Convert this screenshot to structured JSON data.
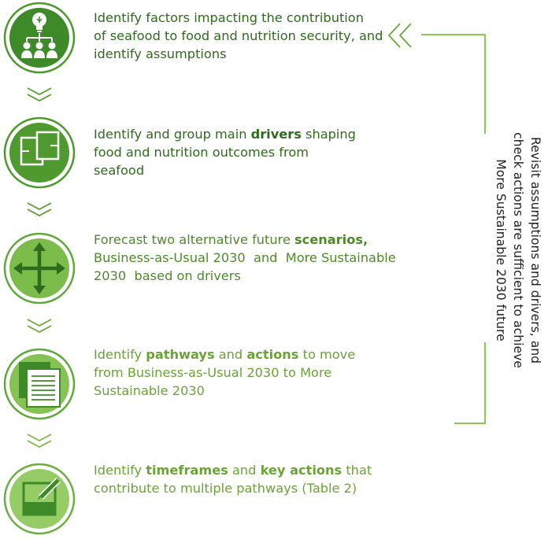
{
  "steps": [
    {
      "icon": "lightbulb-people-icon",
      "lines": [
        [
          {
            "t": "Identify factors impacting the contribution",
            "b": false
          }
        ],
        [
          {
            "t": "of seafood to food and nutrition security, and",
            "b": false
          }
        ],
        [
          {
            "t": "identify assumptions",
            "b": false
          }
        ]
      ]
    },
    {
      "icon": "grouped-pages-icon",
      "lines": [
        [
          {
            "t": "Identify and group main ",
            "b": false
          },
          {
            "t": "drivers",
            "b": true
          },
          {
            "t": " shaping",
            "b": false
          }
        ],
        [
          {
            "t": "food and nutrition outcomes from",
            "b": false
          }
        ],
        [
          {
            "t": "seafood",
            "b": false
          }
        ]
      ]
    },
    {
      "icon": "four-way-arrows-icon",
      "lines": [
        [
          {
            "t": "Forecast two alternative future ",
            "b": false
          },
          {
            "t": "scenarios,",
            "b": true
          }
        ],
        [
          {
            "t": "Business-as-Usual 2030  and  More Sustainable",
            "b": false
          }
        ],
        [
          {
            "t": "2030  based on drivers",
            "b": false
          }
        ]
      ]
    },
    {
      "icon": "document-stack-icon",
      "lines": [
        [
          {
            "t": "Identify ",
            "b": false
          },
          {
            "t": "pathways",
            "b": true
          },
          {
            "t": " and ",
            "b": false
          },
          {
            "t": "actions",
            "b": true
          },
          {
            "t": " to move",
            "b": false
          }
        ],
        [
          {
            "t": "from Business-as-Usual 2030 to More",
            "b": false
          }
        ],
        [
          {
            "t": "Sustainable 2030",
            "b": false
          }
        ]
      ]
    },
    {
      "icon": "pencil-edit-icon",
      "lines": [
        [
          {
            "t": "Identify ",
            "b": false
          },
          {
            "t": "timeframes",
            "b": true
          },
          {
            "t": " and ",
            "b": false
          },
          {
            "t": "key actions",
            "b": true
          },
          {
            "t": " that",
            "b": false
          }
        ],
        [
          {
            "t": "contribute to multiple pathways (Table 2)",
            "b": false
          }
        ]
      ]
    }
  ],
  "side_note": {
    "lines": [
      "Revisit assumptions and drivers, and",
      "check actions are sufficient to achieve",
      "More Sustainable 2030 future"
    ]
  },
  "colors": {
    "dark_green": "#3f8a28",
    "light_green": "#8cc63f",
    "text_dark": "#2f6b1c",
    "text_mid": "#4e8a2a",
    "text_light": "#6aa336",
    "line_green": "#7fbf3f"
  }
}
